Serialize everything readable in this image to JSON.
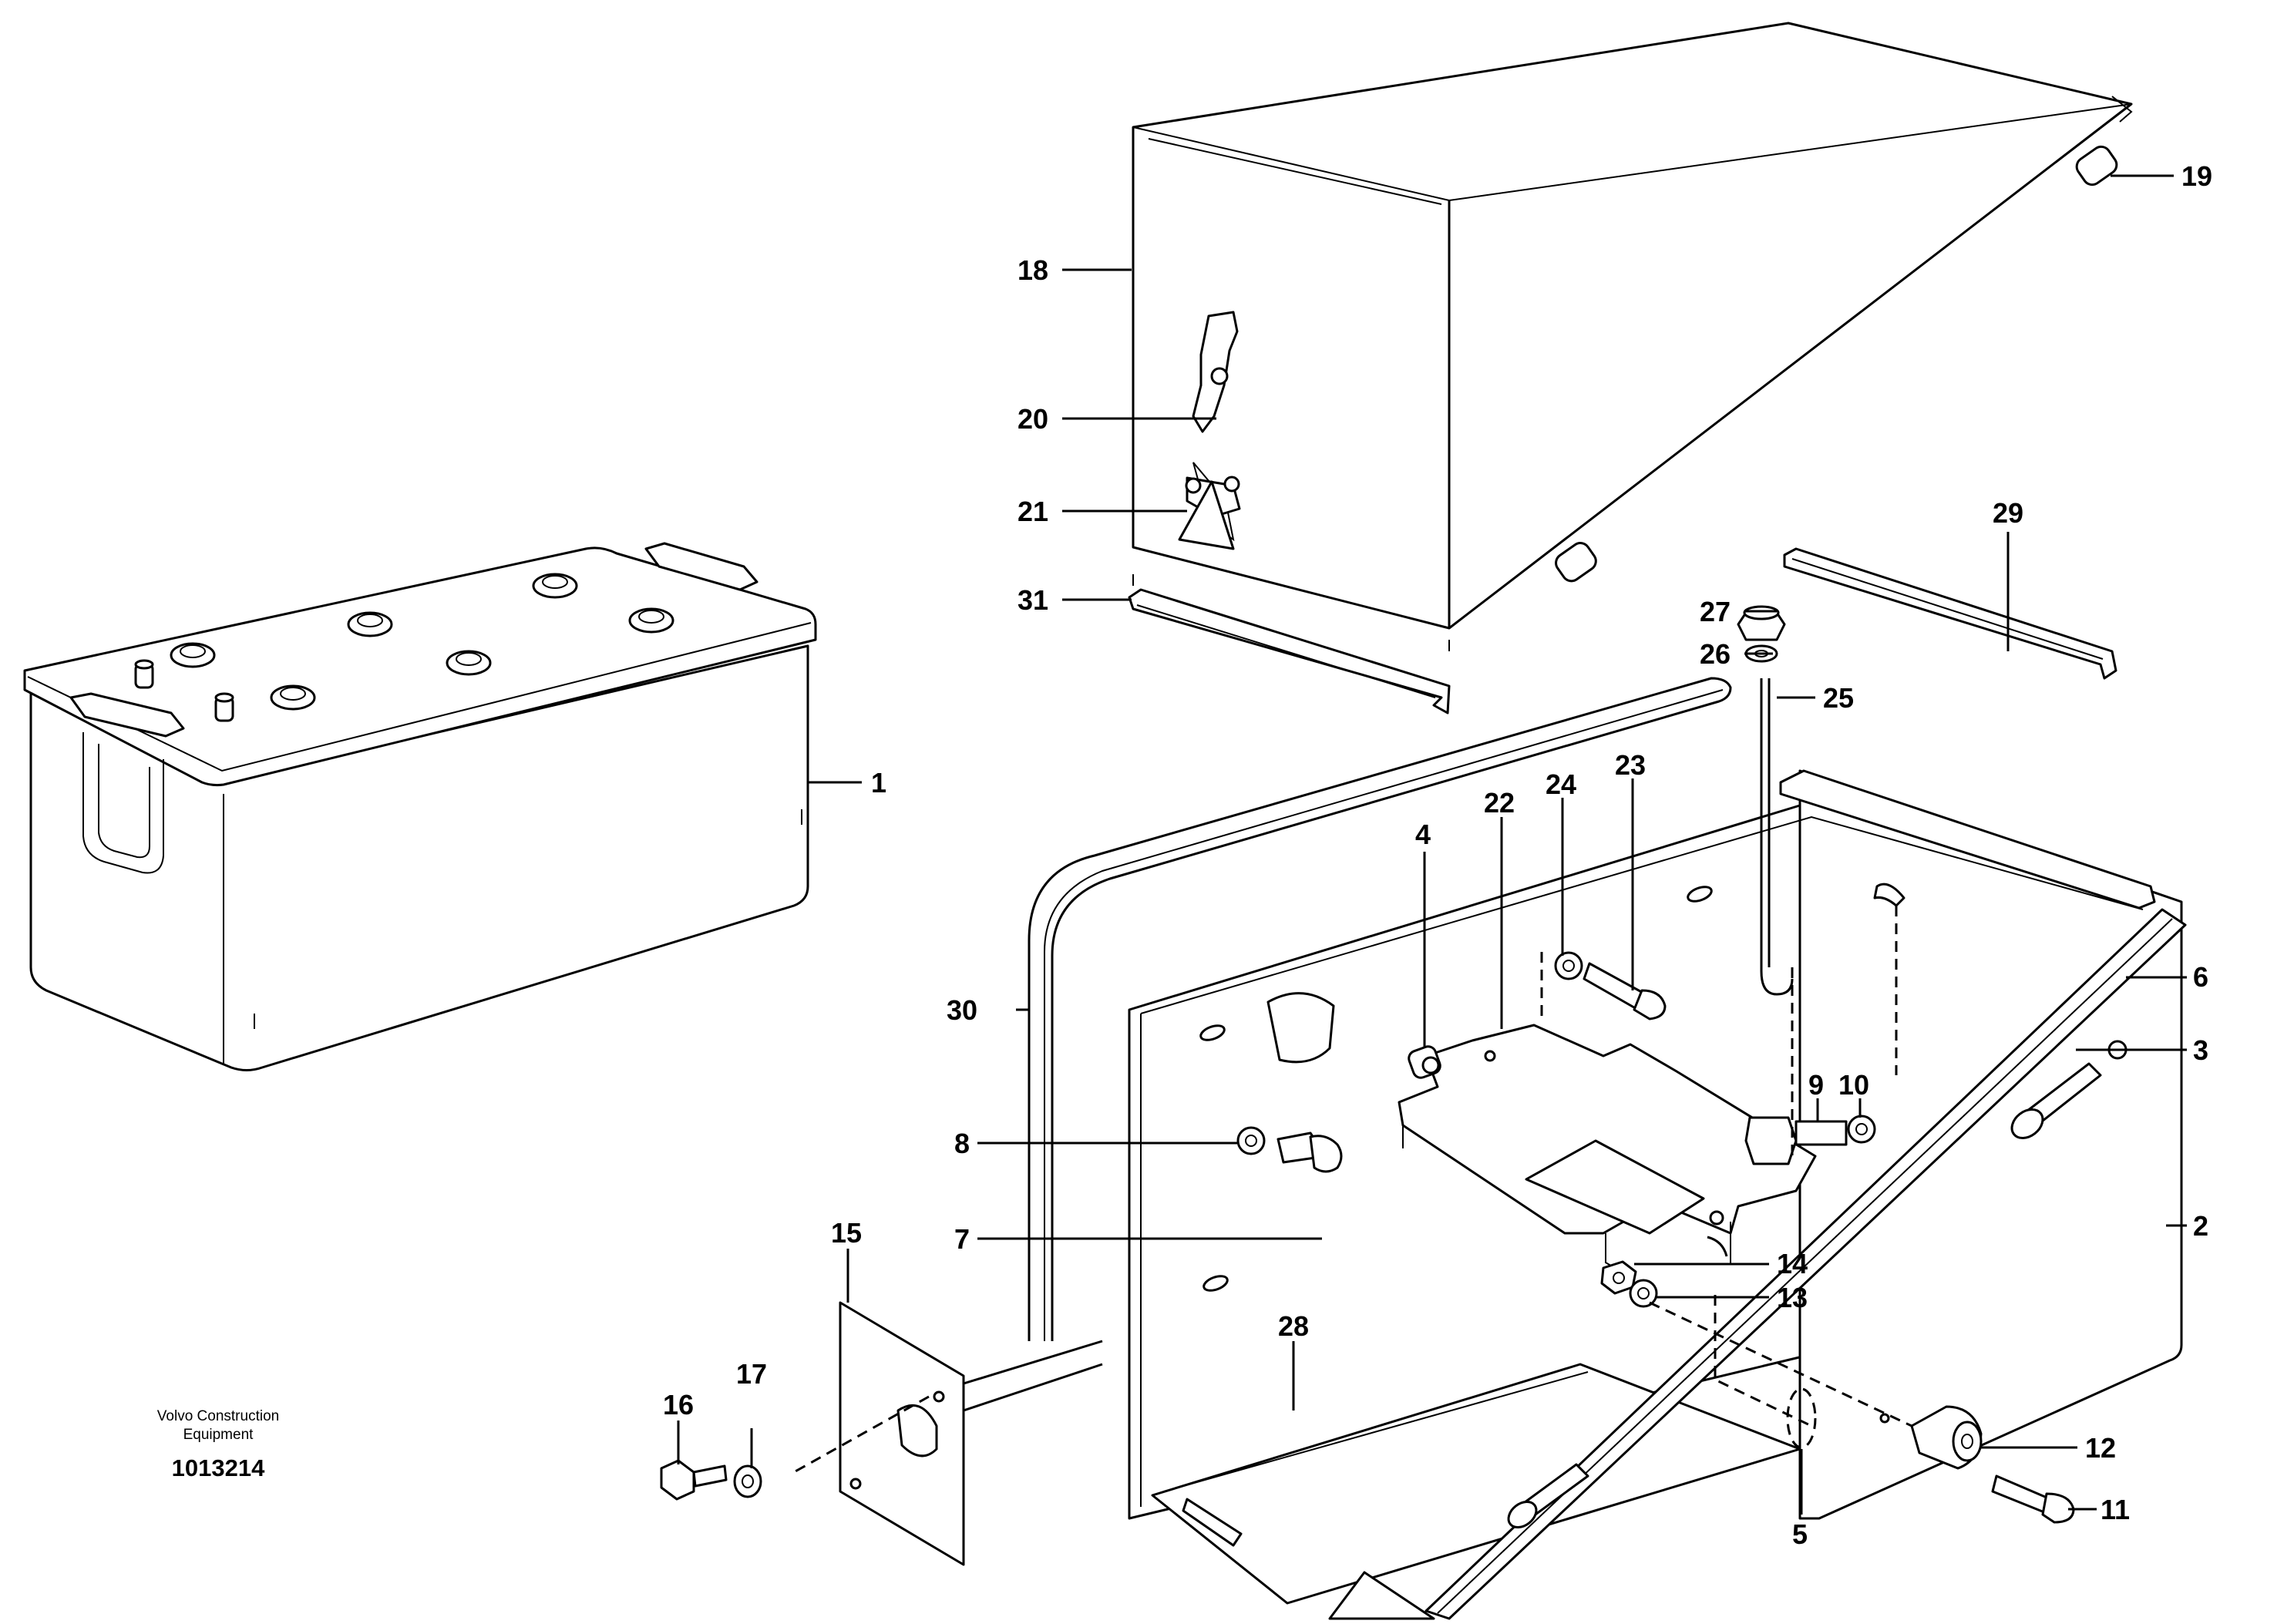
{
  "diagram": {
    "caption": {
      "line1": "Volvo Construction",
      "line2": "Equipment",
      "number": "1013214"
    },
    "part_labels": [
      {
        "id": "1",
        "text": "1"
      },
      {
        "id": "2",
        "text": "2"
      },
      {
        "id": "3",
        "text": "3"
      },
      {
        "id": "4",
        "text": "4"
      },
      {
        "id": "5",
        "text": "5"
      },
      {
        "id": "6",
        "text": "6"
      },
      {
        "id": "7",
        "text": "7"
      },
      {
        "id": "8",
        "text": "8"
      },
      {
        "id": "9",
        "text": "9"
      },
      {
        "id": "10",
        "text": "10"
      },
      {
        "id": "11",
        "text": "11"
      },
      {
        "id": "12",
        "text": "12"
      },
      {
        "id": "13",
        "text": "13"
      },
      {
        "id": "14",
        "text": "14"
      },
      {
        "id": "15",
        "text": "15"
      },
      {
        "id": "16",
        "text": "16"
      },
      {
        "id": "17",
        "text": "17"
      },
      {
        "id": "18",
        "text": "18"
      },
      {
        "id": "19",
        "text": "19"
      },
      {
        "id": "20",
        "text": "20"
      },
      {
        "id": "21",
        "text": "21"
      },
      {
        "id": "22",
        "text": "22"
      },
      {
        "id": "23",
        "text": "23"
      },
      {
        "id": "24",
        "text": "24"
      },
      {
        "id": "25",
        "text": "25"
      },
      {
        "id": "26",
        "text": "26"
      },
      {
        "id": "27",
        "text": "27"
      },
      {
        "id": "28",
        "text": "28"
      },
      {
        "id": "29",
        "text": "29"
      },
      {
        "id": "30",
        "text": "30"
      },
      {
        "id": "31",
        "text": "31"
      }
    ]
  }
}
